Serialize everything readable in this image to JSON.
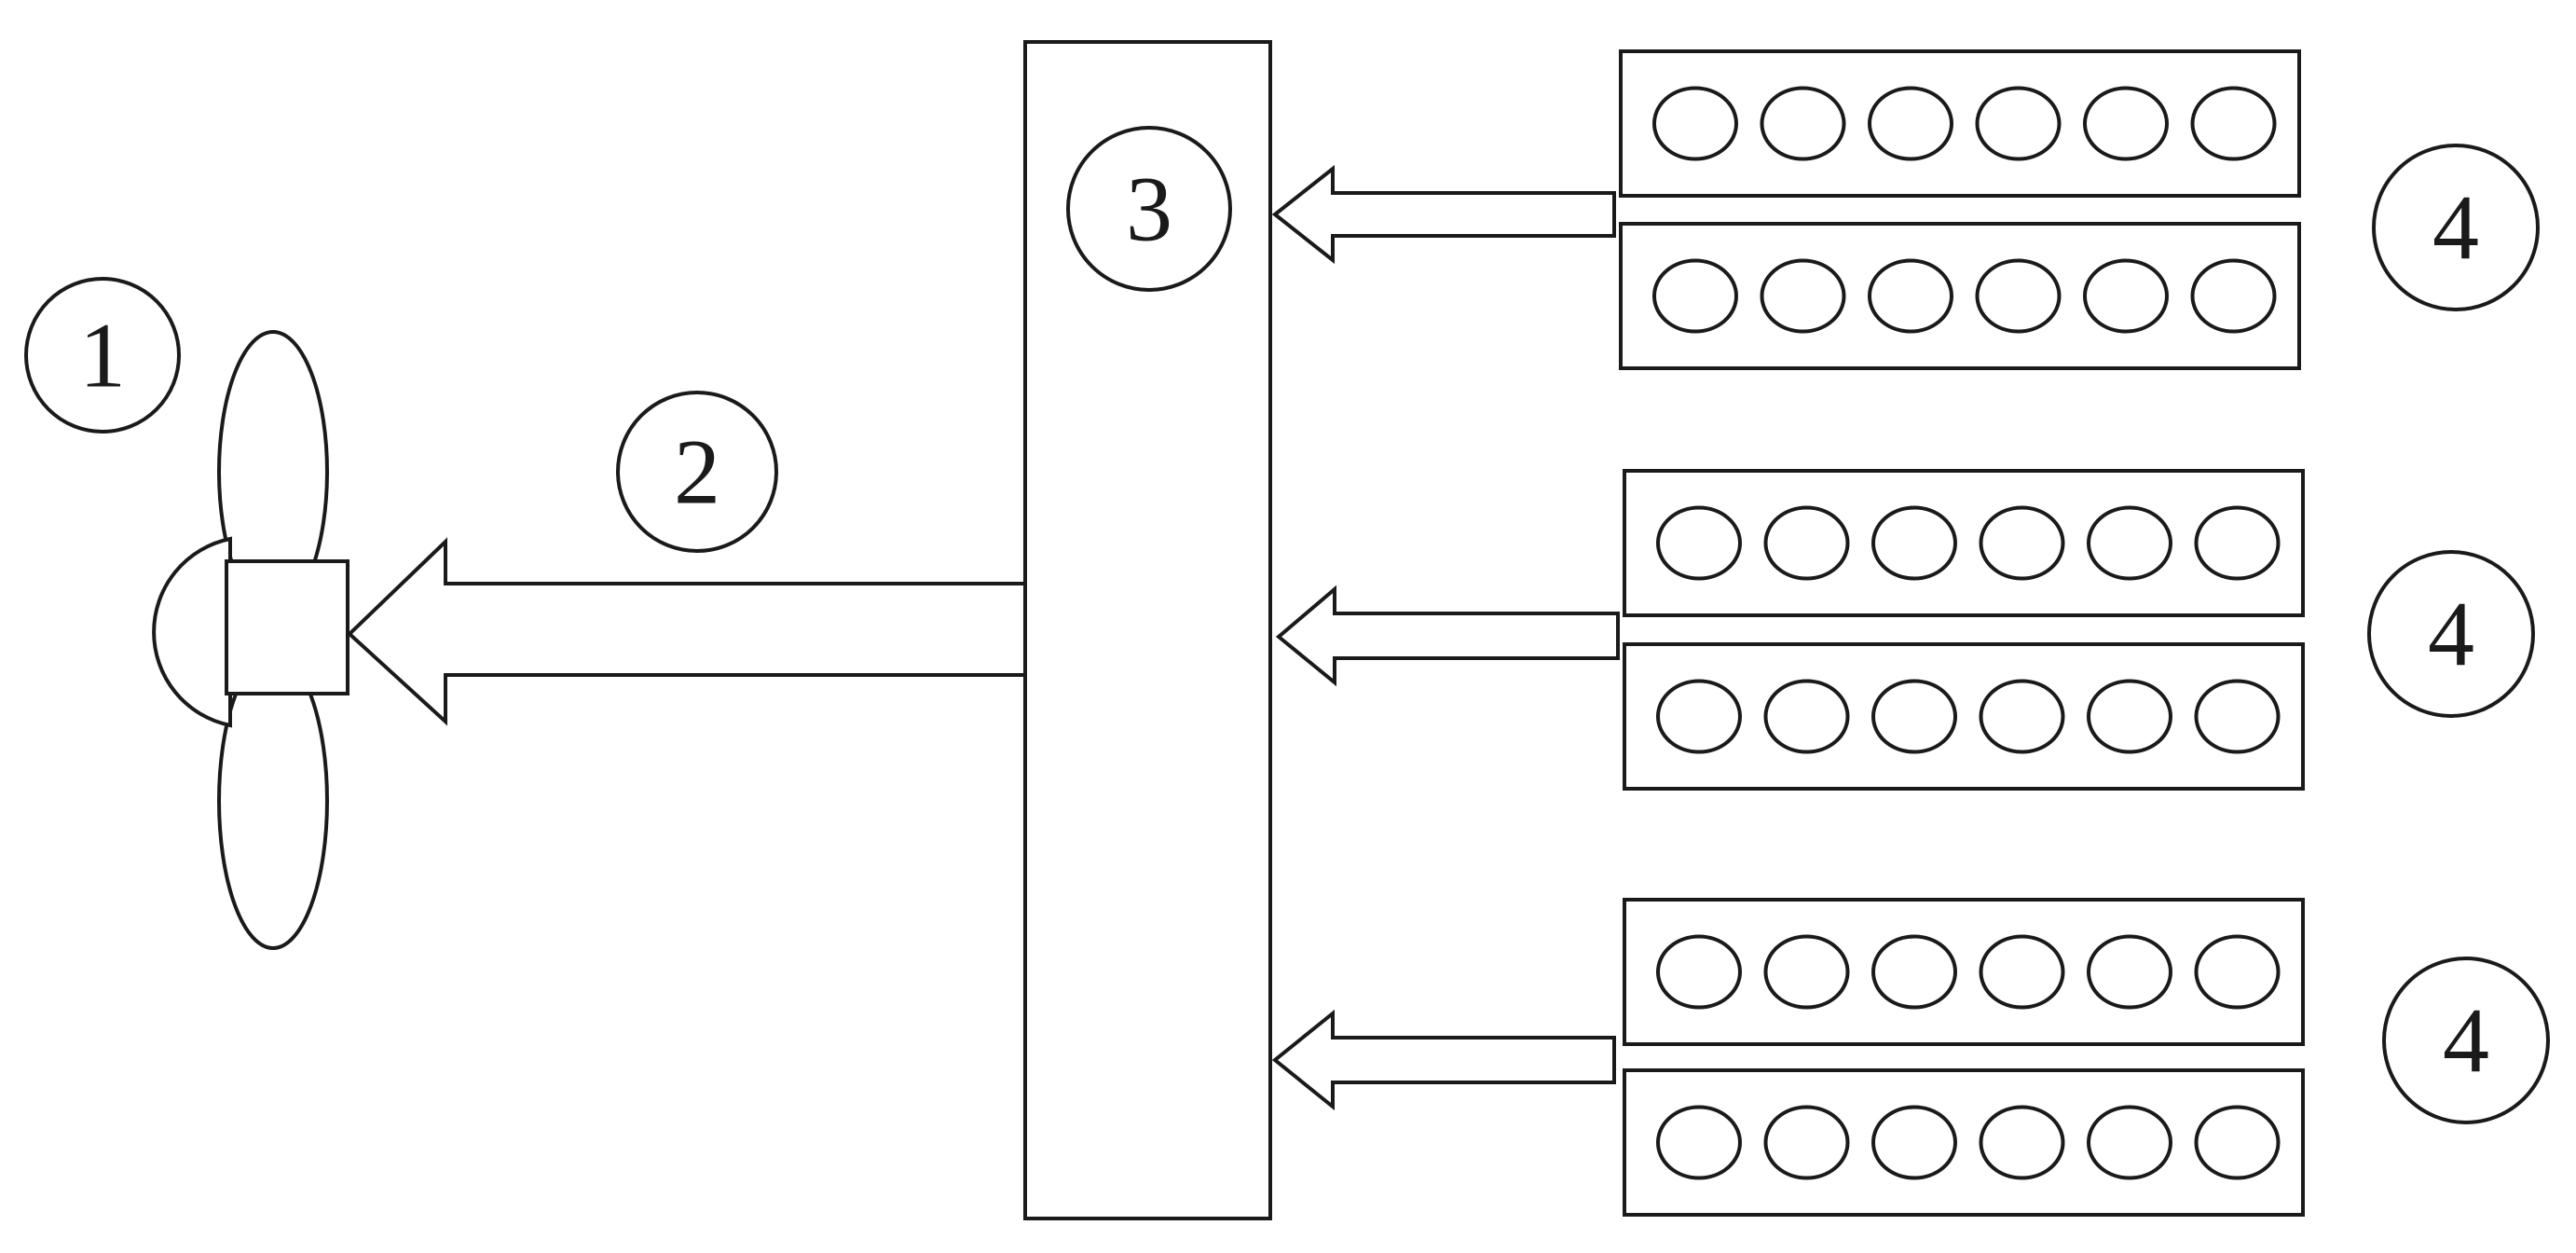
{
  "labels": {
    "propeller": "1",
    "shaft": "2",
    "gearbox": "3",
    "engine_top": "4",
    "engine_middle": "4",
    "engine_bottom": "4"
  },
  "engine_banks": 3,
  "blocks_per_bank": 2,
  "cylinders_per_block": 6
}
